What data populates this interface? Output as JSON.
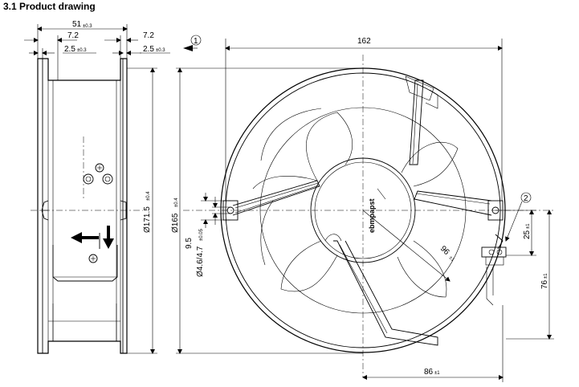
{
  "title": "3.1 Product drawing",
  "markers": {
    "m1": "1",
    "m2": "2"
  },
  "side_view": {
    "width": {
      "value": "51",
      "tol": "±0.3"
    },
    "left_flange": "7.2",
    "left_lip": {
      "value": "2.5",
      "tol": "±0.3"
    },
    "right_flange": "7.2",
    "right_lip": {
      "value": "2.5",
      "tol": "±0.3"
    },
    "diameter": {
      "value": "Ø171.5",
      "tol": "±0.4"
    }
  },
  "front_view": {
    "overall_width": "162",
    "hole_circle": {
      "value": "Ø165",
      "tol": "±0.4"
    },
    "offset": "9.5",
    "hole_dia": {
      "value": "Ø4.6/4.7",
      "tol": "±0.05"
    },
    "radius": {
      "value": "96",
      "tol": "±1"
    },
    "cable_exit": {
      "value": "25",
      "tol": "±1"
    },
    "cable_height": {
      "value": "76",
      "tol": "±1"
    },
    "cable_offset": {
      "value": "86",
      "tol": "±1"
    },
    "brand_text": "ebmpapst"
  },
  "colors": {
    "line": "#000000",
    "background": "#ffffff"
  }
}
